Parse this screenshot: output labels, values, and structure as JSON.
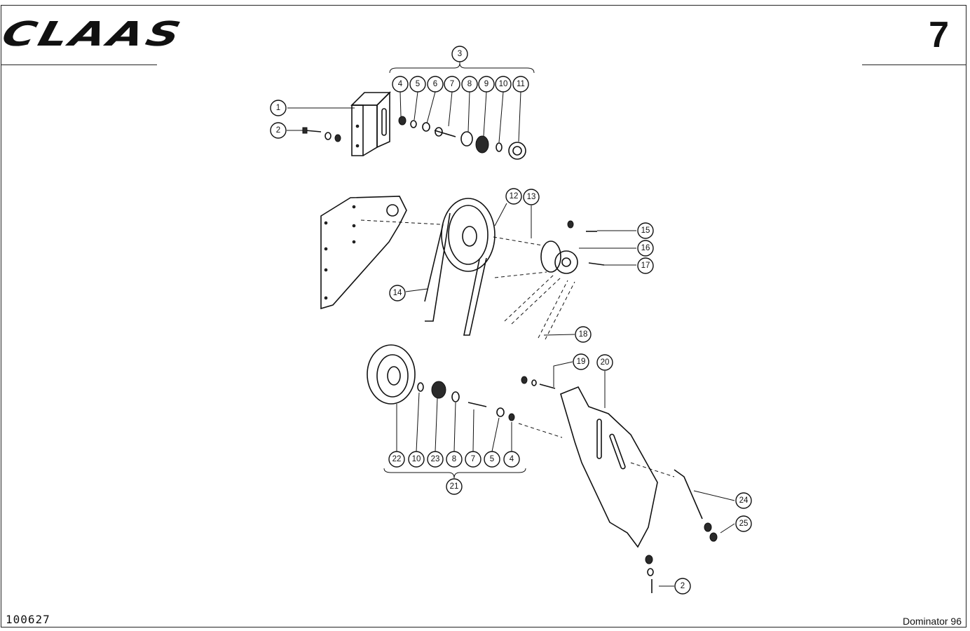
{
  "brand": {
    "logo_text": "CLAAS"
  },
  "page": {
    "number": "7",
    "doc_number": "100627",
    "model": "Dominator 96"
  },
  "callouts": [
    {
      "label": "3"
    },
    {
      "label": "4"
    },
    {
      "label": "5"
    },
    {
      "label": "6"
    },
    {
      "label": "7"
    },
    {
      "label": "8"
    },
    {
      "label": "9"
    },
    {
      "label": "10"
    },
    {
      "label": "11"
    },
    {
      "label": "1"
    },
    {
      "label": "2"
    },
    {
      "label": "12"
    },
    {
      "label": "13"
    },
    {
      "label": "15"
    },
    {
      "label": "16"
    },
    {
      "label": "17"
    },
    {
      "label": "14"
    },
    {
      "label": "18"
    },
    {
      "label": "19"
    },
    {
      "label": "20"
    },
    {
      "label": "22"
    },
    {
      "label": "10"
    },
    {
      "label": "23"
    },
    {
      "label": "8"
    },
    {
      "label": "7"
    },
    {
      "label": "5"
    },
    {
      "label": "4"
    },
    {
      "label": "21"
    },
    {
      "label": "24"
    },
    {
      "label": "25"
    },
    {
      "label": "2"
    }
  ]
}
